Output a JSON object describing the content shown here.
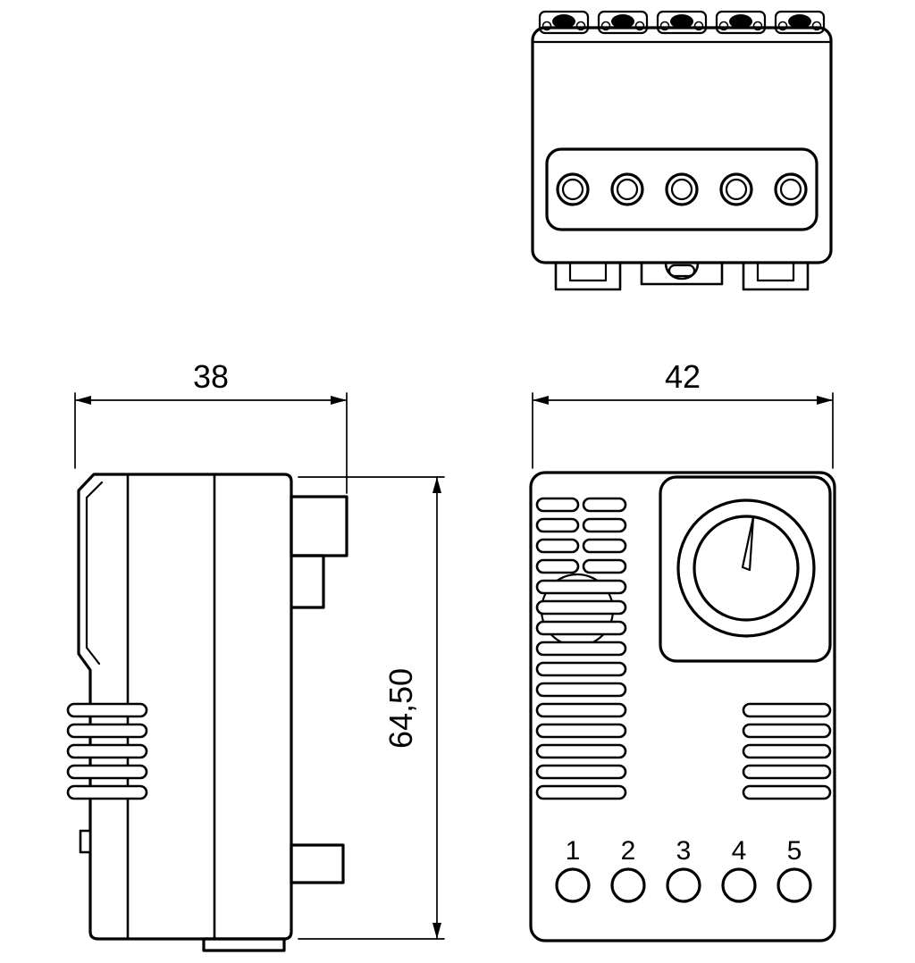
{
  "dimensions": {
    "depth": "38",
    "width": "42",
    "height": "64,50"
  },
  "terminal_labels": [
    "1",
    "2",
    "3",
    "4",
    "5"
  ],
  "colors": {
    "line": "#000000",
    "background": "#ffffff"
  }
}
